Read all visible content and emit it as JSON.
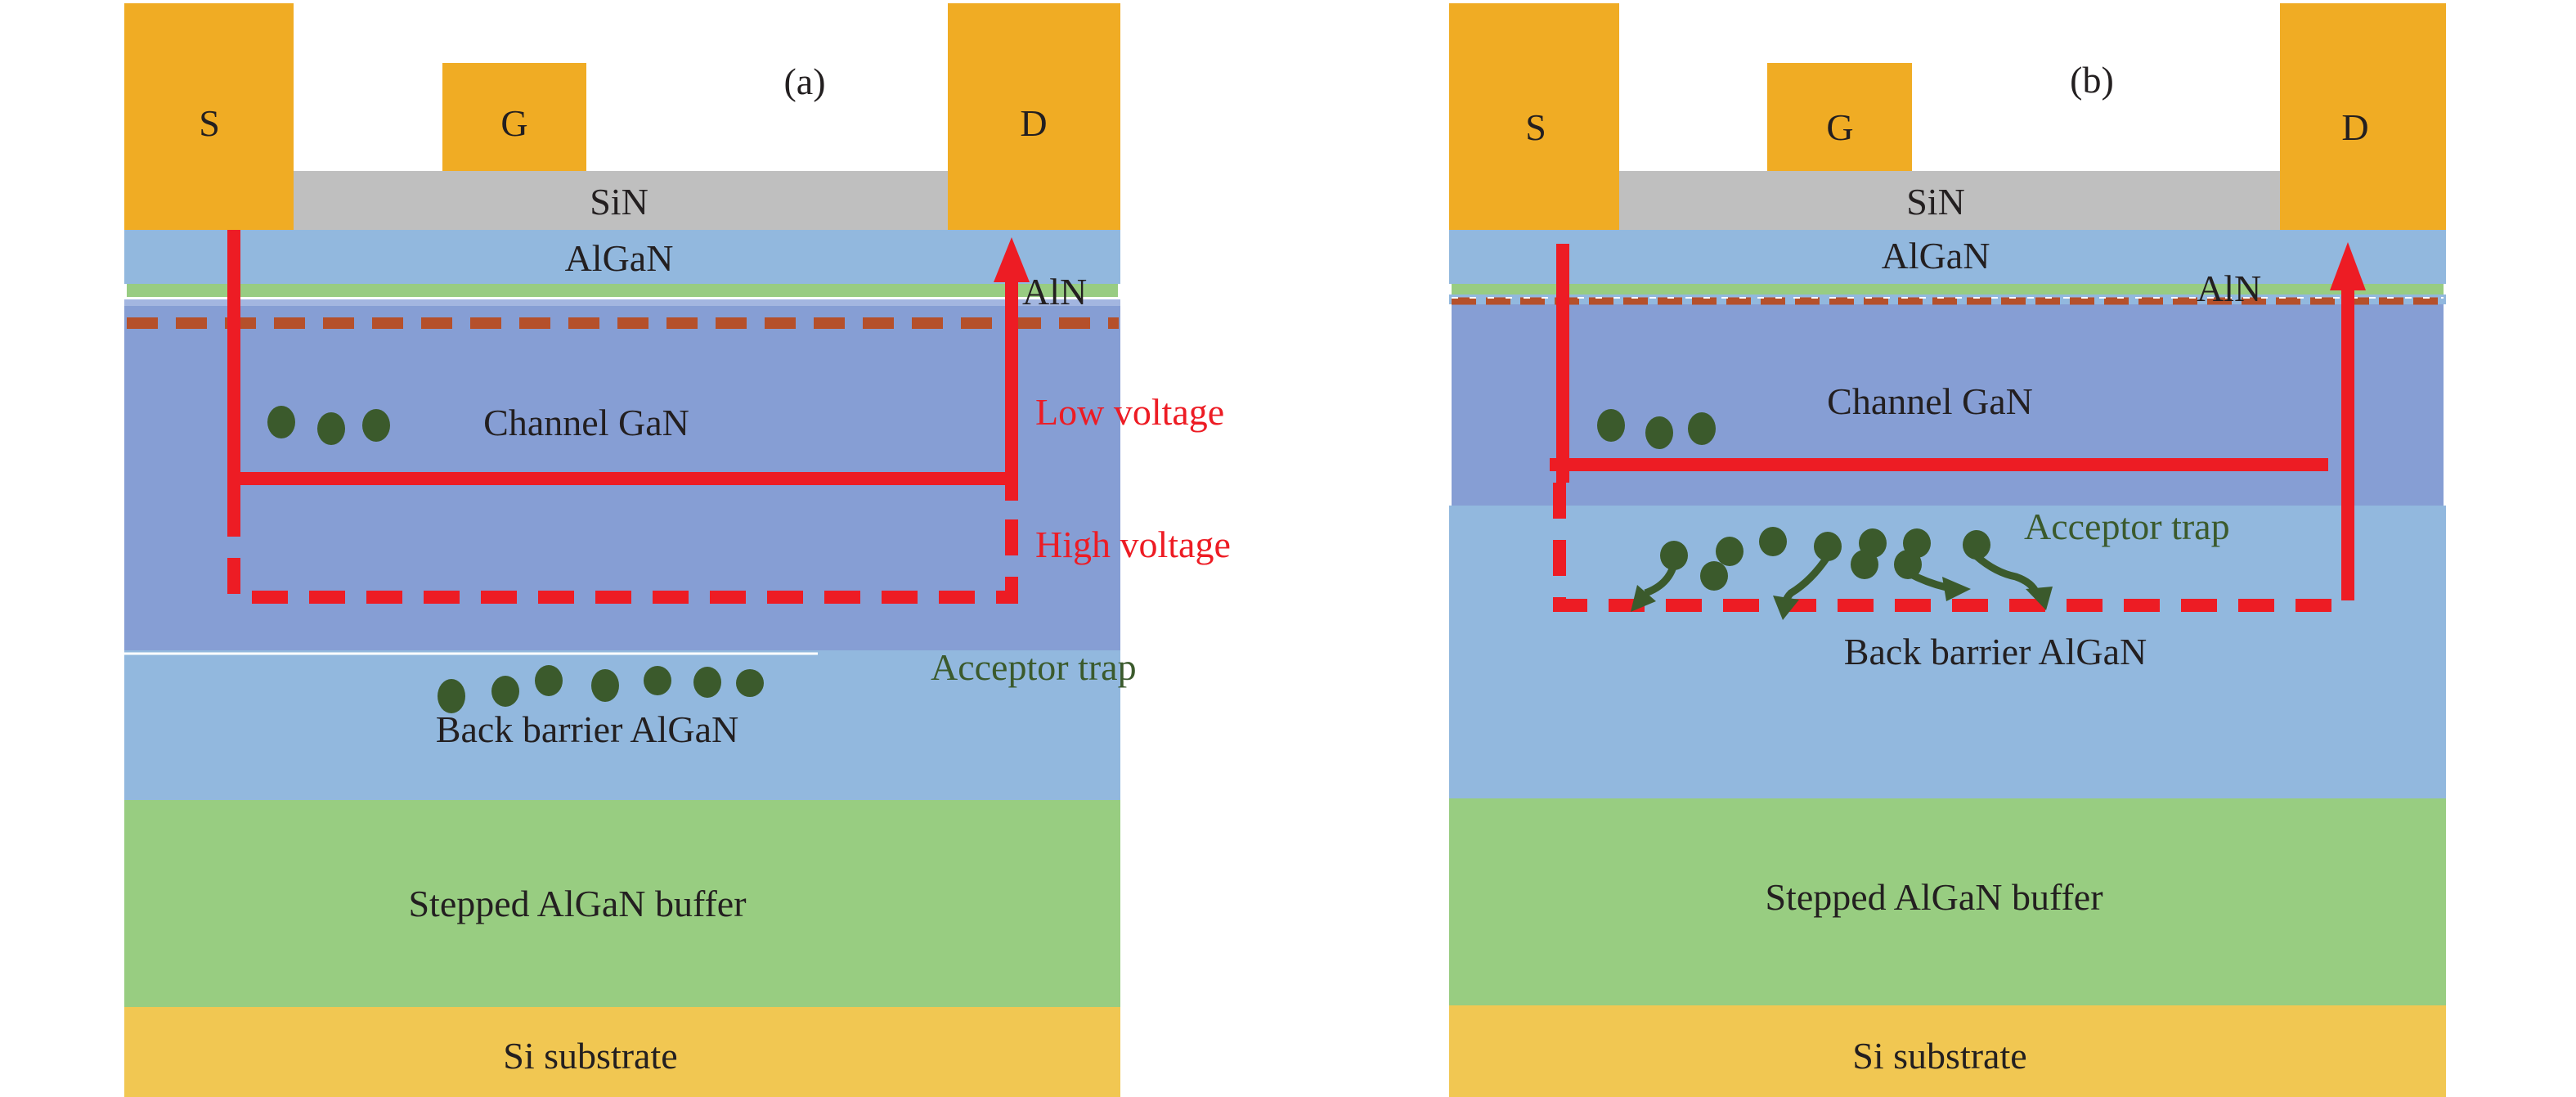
{
  "figure": {
    "panels": [
      {
        "id": "a",
        "panel_label": "(a)",
        "electrodes": {
          "source": "S",
          "gate": "G",
          "drain": "D"
        },
        "layers": {
          "passivation": "SiN",
          "barrier": "AlGaN",
          "spacer": "AlN",
          "channel": "Channel GaN",
          "back_barrier": "Back barrier AlGaN",
          "buffer": "Stepped AlGaN buffer",
          "substrate": "Si substrate"
        },
        "annotations": {
          "low_voltage": "Low voltage",
          "high_voltage": "High voltage",
          "acceptor_trap": "Acceptor trap"
        },
        "channel_electrons": 3,
        "trap_particles": 7
      },
      {
        "id": "b",
        "panel_label": "(b)",
        "electrodes": {
          "source": "S",
          "gate": "G",
          "drain": "D"
        },
        "layers": {
          "passivation": "SiN",
          "barrier": "AlGaN",
          "spacer": "AlN",
          "channel": "Channel GaN",
          "back_barrier": "Back barrier AlGaN",
          "buffer": "Stepped AlGaN buffer",
          "substrate": "Si substrate"
        },
        "annotations": {
          "acceptor_trap": "Acceptor trap"
        },
        "channel_electrons": 3,
        "trap_particles": 10
      }
    ],
    "colors": {
      "metal": "#f0ac24",
      "sin": "#bfbfbf",
      "algan": "#92b8de",
      "aln": "#98cc82",
      "gan": "#869ed4",
      "buffer": "#98cd81",
      "substrate": "#f1c752",
      "current_path": "#ed1c24",
      "heterointerface": "#b5502b",
      "electron": "#3b5a2c"
    }
  }
}
